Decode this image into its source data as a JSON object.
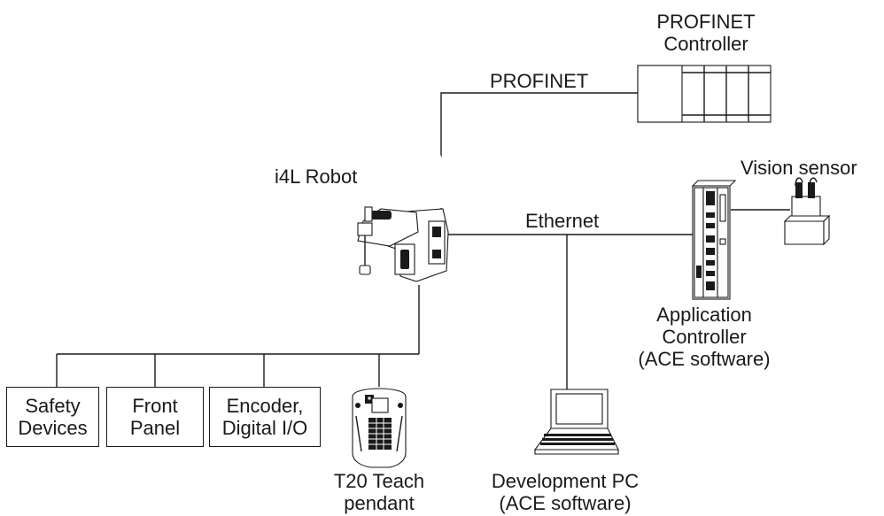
{
  "labels": {
    "profinet_controller": [
      "PROFINET",
      "Controller"
    ],
    "profinet_link": "PROFINET",
    "robot": "i4L Robot",
    "ethernet_link": "Ethernet",
    "vision_sensor": "Vision sensor",
    "application_controller": [
      "Application",
      "Controller",
      "(ACE software)"
    ],
    "safety_devices": [
      "Safety",
      "Devices"
    ],
    "front_panel": [
      "Front",
      "Panel"
    ],
    "encoder_io": [
      "Encoder,",
      "Digital I/O"
    ],
    "teach_pendant": [
      "T20 Teach",
      "pendant"
    ],
    "development_pc": [
      "Development PC",
      "(ACE software)"
    ]
  }
}
